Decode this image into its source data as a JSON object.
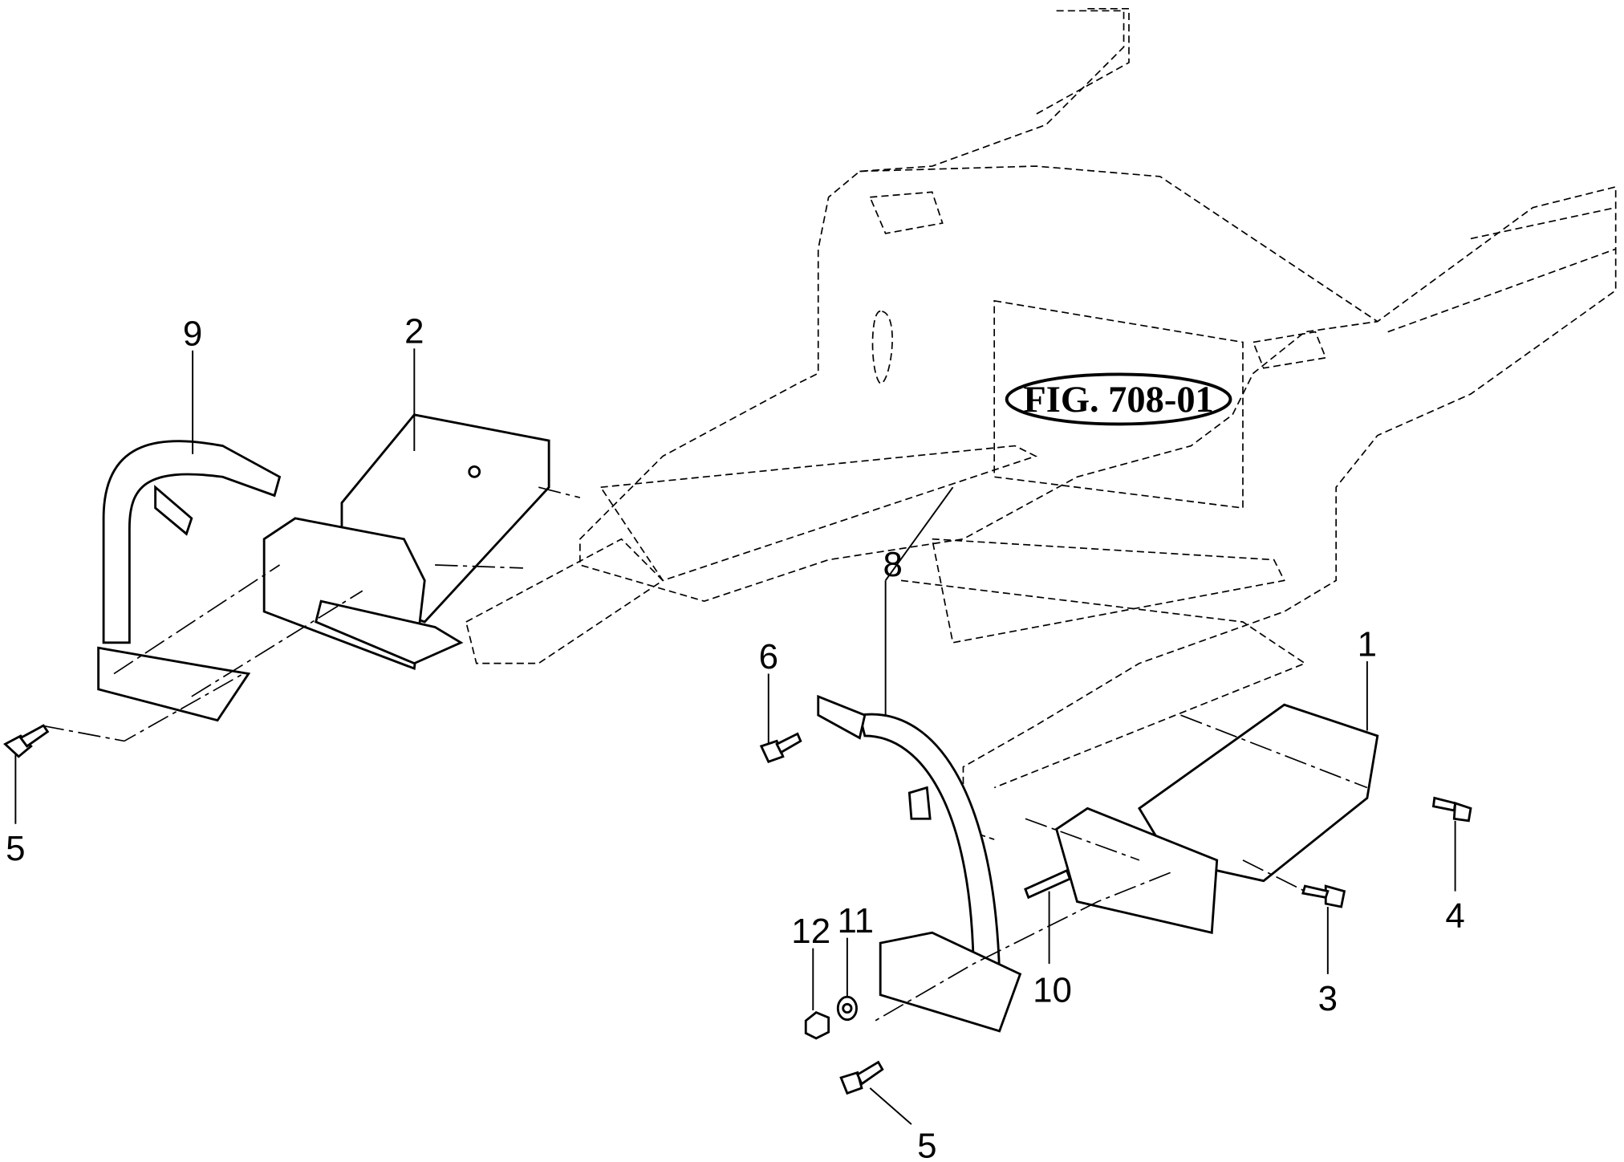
{
  "figure": {
    "title": "FIG. 708-01"
  },
  "callouts": {
    "c1": "1",
    "c2": "2",
    "c3": "3",
    "c4": "4",
    "c5_left": "5",
    "c5_bottom": "5",
    "c6": "6",
    "c8": "8",
    "c9": "9",
    "c10": "10",
    "c11": "11",
    "c12": "12"
  }
}
